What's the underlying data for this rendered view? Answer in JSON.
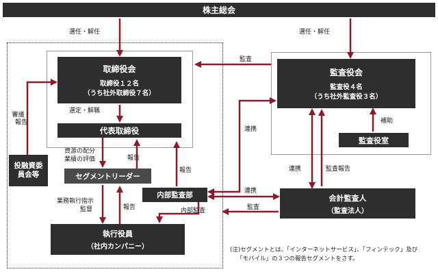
{
  "nodes": {
    "shareholders": "株主総会",
    "board_title": "取締役会",
    "board_line1": "取締役１２名",
    "board_line2": "（うち社外取締役７名）",
    "ceo": "代表取締役",
    "investment_committee": "投融資委員会等",
    "segment_leaders": "セグメントリーダー",
    "internal_audit": "内部監査部",
    "executives_line1": "執行役員",
    "executives_line2": "（社内カンパニー）",
    "auditors_title": "監査役会",
    "auditors_line1": "監査役４名",
    "auditors_line2": "（うち社外監査役３名）",
    "auditors_office": "監査役室",
    "accounting_auditor_line1": "会計監査人",
    "accounting_auditor_line2": "（監査法人）"
  },
  "labels": {
    "elect_dismiss_left": "選任・解任",
    "elect_dismiss_right": "選任・解任",
    "select_dismiss": "選定・解職",
    "deliberation_report": "審議・報告",
    "resource_allocation": "資源の配分",
    "performance_evaluation": "業績の評価",
    "report_seg_to_ceo": "報告",
    "report_internal_to_board": "報告",
    "business_instruction": "業務執行指示",
    "supervision": "監督",
    "report_exec_to_seg": "報告",
    "internal_audit_label": "内部監査",
    "audit_top": "監査",
    "coordination_top": "連携",
    "assist": "補助",
    "coordination_mid": "連携",
    "audit_report": "監査報告",
    "coordination_bottom": "連携",
    "audit_bottom": "監査"
  },
  "note": {
    "line1": "(注)セグメントとは、「インターネットサービス」、「フィンテック」及び",
    "line2": "「モバイル」の３つの報告セグメントをさす。"
  },
  "colors": {
    "box": "#2e2e2e",
    "arrow": "#8b1a2a",
    "text": "#222222"
  }
}
